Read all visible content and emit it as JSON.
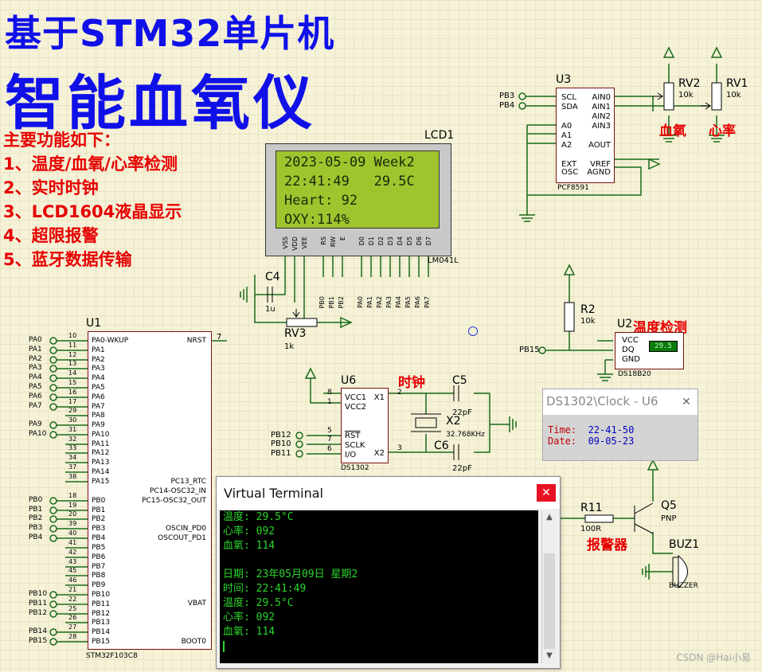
{
  "title": {
    "line1": "基于STM32单片机",
    "line2": "智能血氧仪"
  },
  "features": {
    "heading": "主要功能如下：",
    "items": [
      "1、温度/血氧/心率检测",
      "2、实时时钟",
      "3、LCD1604液晶显示",
      "4、超限报警",
      "5、蓝牙数据传输"
    ]
  },
  "lcd": {
    "ref": "LCD1",
    "part": "LM041L",
    "rows": [
      "2023-05-09 Week2",
      "22:41:49   29.5C",
      "Heart: 92",
      "OXY:114%"
    ],
    "pins": [
      "VSS",
      "VDD",
      "VEE",
      "RS",
      "RW",
      "E",
      "D0",
      "D1",
      "D2",
      "D3",
      "D4",
      "D5",
      "D6",
      "D7"
    ],
    "port_labels": [
      "PB0",
      "PB1",
      "PB2",
      "PA0",
      "PA1",
      "PA2",
      "PA3",
      "PA4",
      "PA5",
      "PA6",
      "PA7"
    ]
  },
  "u3": {
    "ref": "U3",
    "part": "PCF8591",
    "left_pins": [
      "SCL",
      "SDA",
      "A0",
      "A1",
      "A2",
      "EXT",
      "OSC"
    ],
    "right_pins": [
      "AIN0",
      "AIN1",
      "AIN2",
      "AIN3",
      "AOUT",
      "VREF",
      "AGND"
    ],
    "nets": [
      "PB3",
      "PB4"
    ]
  },
  "pots": {
    "rv2": {
      "ref": "RV2",
      "value": "10k",
      "label": "血氧"
    },
    "rv1": {
      "ref": "RV1",
      "value": "10k",
      "label": "心率"
    },
    "rv3": {
      "ref": "RV3",
      "value": "1k"
    }
  },
  "c4": {
    "ref": "C4",
    "value": "1u"
  },
  "u1": {
    "ref": "U1",
    "part": "STM32F103C8",
    "left_pins": [
      "PA0-WKUP",
      "PA1",
      "PA2",
      "PA3",
      "PA4",
      "PA5",
      "PA6",
      "PA7",
      "PA8",
      "PA9",
      "PA10",
      "PA11",
      "PA12",
      "PA13",
      "PA14",
      "PA15",
      "PB0",
      "PB1",
      "PB2",
      "PB3",
      "PB4",
      "PB5",
      "PB6",
      "PB7",
      "PB8",
      "PB9",
      "PB10",
      "PB11",
      "PB12",
      "PB13",
      "PB14",
      "PB15"
    ],
    "pin_numbers": [
      "10",
      "11",
      "12",
      "13",
      "14",
      "15",
      "16",
      "17",
      "29",
      "30",
      "31",
      "32",
      "33",
      "34",
      "37",
      "38",
      "18",
      "19",
      "20",
      "39",
      "40",
      "41",
      "42",
      "43",
      "45",
      "46",
      "21",
      "22",
      "25",
      "26",
      "27",
      "28"
    ],
    "left_nets": [
      "PA0",
      "PA1",
      "PA2",
      "PA3",
      "PA4",
      "PA5",
      "PA6",
      "PA7",
      "",
      "PA9",
      "PA10",
      "",
      "",
      "",
      "",
      "",
      "PB0",
      "PB1",
      "PB2",
      "PB3",
      "PB4",
      "",
      "",
      "",
      "",
      "",
      "PB10",
      "PB11",
      "PB12",
      "",
      "PB14",
      "PB15"
    ],
    "right_pins": [
      "NRST",
      "PC13_RTC",
      "PC14-OSC32_IN",
      "PC15-OSC32_OUT",
      "OSCIN_PD0",
      "OSCOUT_PD1",
      "VBAT",
      "BOOT0"
    ],
    "nrst_pin": "7"
  },
  "u6": {
    "ref": "U6",
    "part": "DS1302",
    "label": "时钟",
    "left_pins": [
      "VCC1",
      "VCC2",
      "RST",
      "SCLK",
      "I/O"
    ],
    "right_pins": [
      "X1",
      "X2"
    ],
    "nets": [
      "PB12",
      "PB10",
      "PB11"
    ],
    "pin_nums": [
      "8",
      "1",
      "5",
      "7",
      "6",
      "2",
      "3"
    ]
  },
  "crystal": {
    "ref": "X2",
    "value": "32.768KHz"
  },
  "c5": {
    "ref": "C5",
    "value": "22pF"
  },
  "c6": {
    "ref": "C6",
    "value": "22pF"
  },
  "r2": {
    "ref": "R2",
    "value": "10k"
  },
  "u2": {
    "ref": "U2",
    "part": "DS18B20",
    "label": "温度检测",
    "pins": [
      "VCC",
      "DQ",
      "GND"
    ],
    "display": "29.5",
    "net": "PB15"
  },
  "ds1302_window": {
    "title": "DS1302\\Clock - U6",
    "close": "✕",
    "time_label": "Time:",
    "time_value": "22-41-50",
    "date_label": "Date:",
    "date_value": "09-05-23"
  },
  "virtual_terminal": {
    "title": "Virtual Terminal",
    "close": "✕",
    "lines": [
      "温度: 29.5°C",
      "心率: 092",
      "血氧: 114",
      "",
      "日期: 23年05月09日  星期2",
      "时间: 22:41:49",
      "温度: 29.5°C",
      "心率: 092",
      "血氧: 114"
    ]
  },
  "r11": {
    "ref": "R11",
    "value": "100R",
    "label": "报警器"
  },
  "q5": {
    "ref": "Q5",
    "value": "PNP"
  },
  "buz1": {
    "ref": "BUZ1",
    "value": "BUZZER"
  },
  "watermark": "CSDN @Hai小易"
}
